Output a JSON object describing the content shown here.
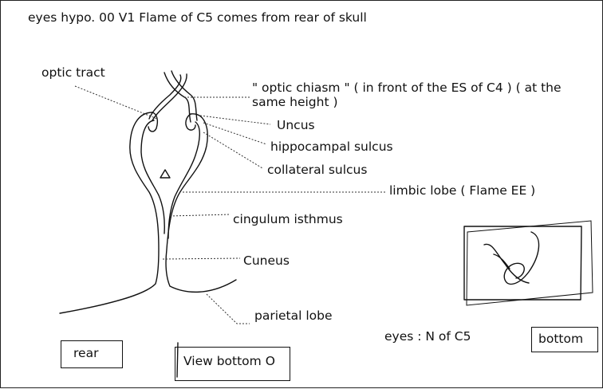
{
  "title": "eyes hypo. 00 V1  Flame of C5 comes from rear of skull",
  "labels": {
    "optic_tract": "optic tract",
    "optic_chiasm": "\" optic chiasm \" ( in front of the ES of C4 ) ( at the same height )",
    "uncus": "Uncus",
    "hippocampal_sulcus": "hippocampal sulcus",
    "collateral_sulcus": "collateral sulcus",
    "limbic_lobe": "limbic lobe ( Flame EE )",
    "cingulum_isthmus": "cingulum isthmus",
    "cuneus": "Cuneus",
    "parietal_lobe": "parietal lobe",
    "eyes_note": "eyes : N of C5"
  },
  "buttons": {
    "rear": "rear",
    "view_bottom": "View bottom O",
    "bottom": "bottom"
  }
}
